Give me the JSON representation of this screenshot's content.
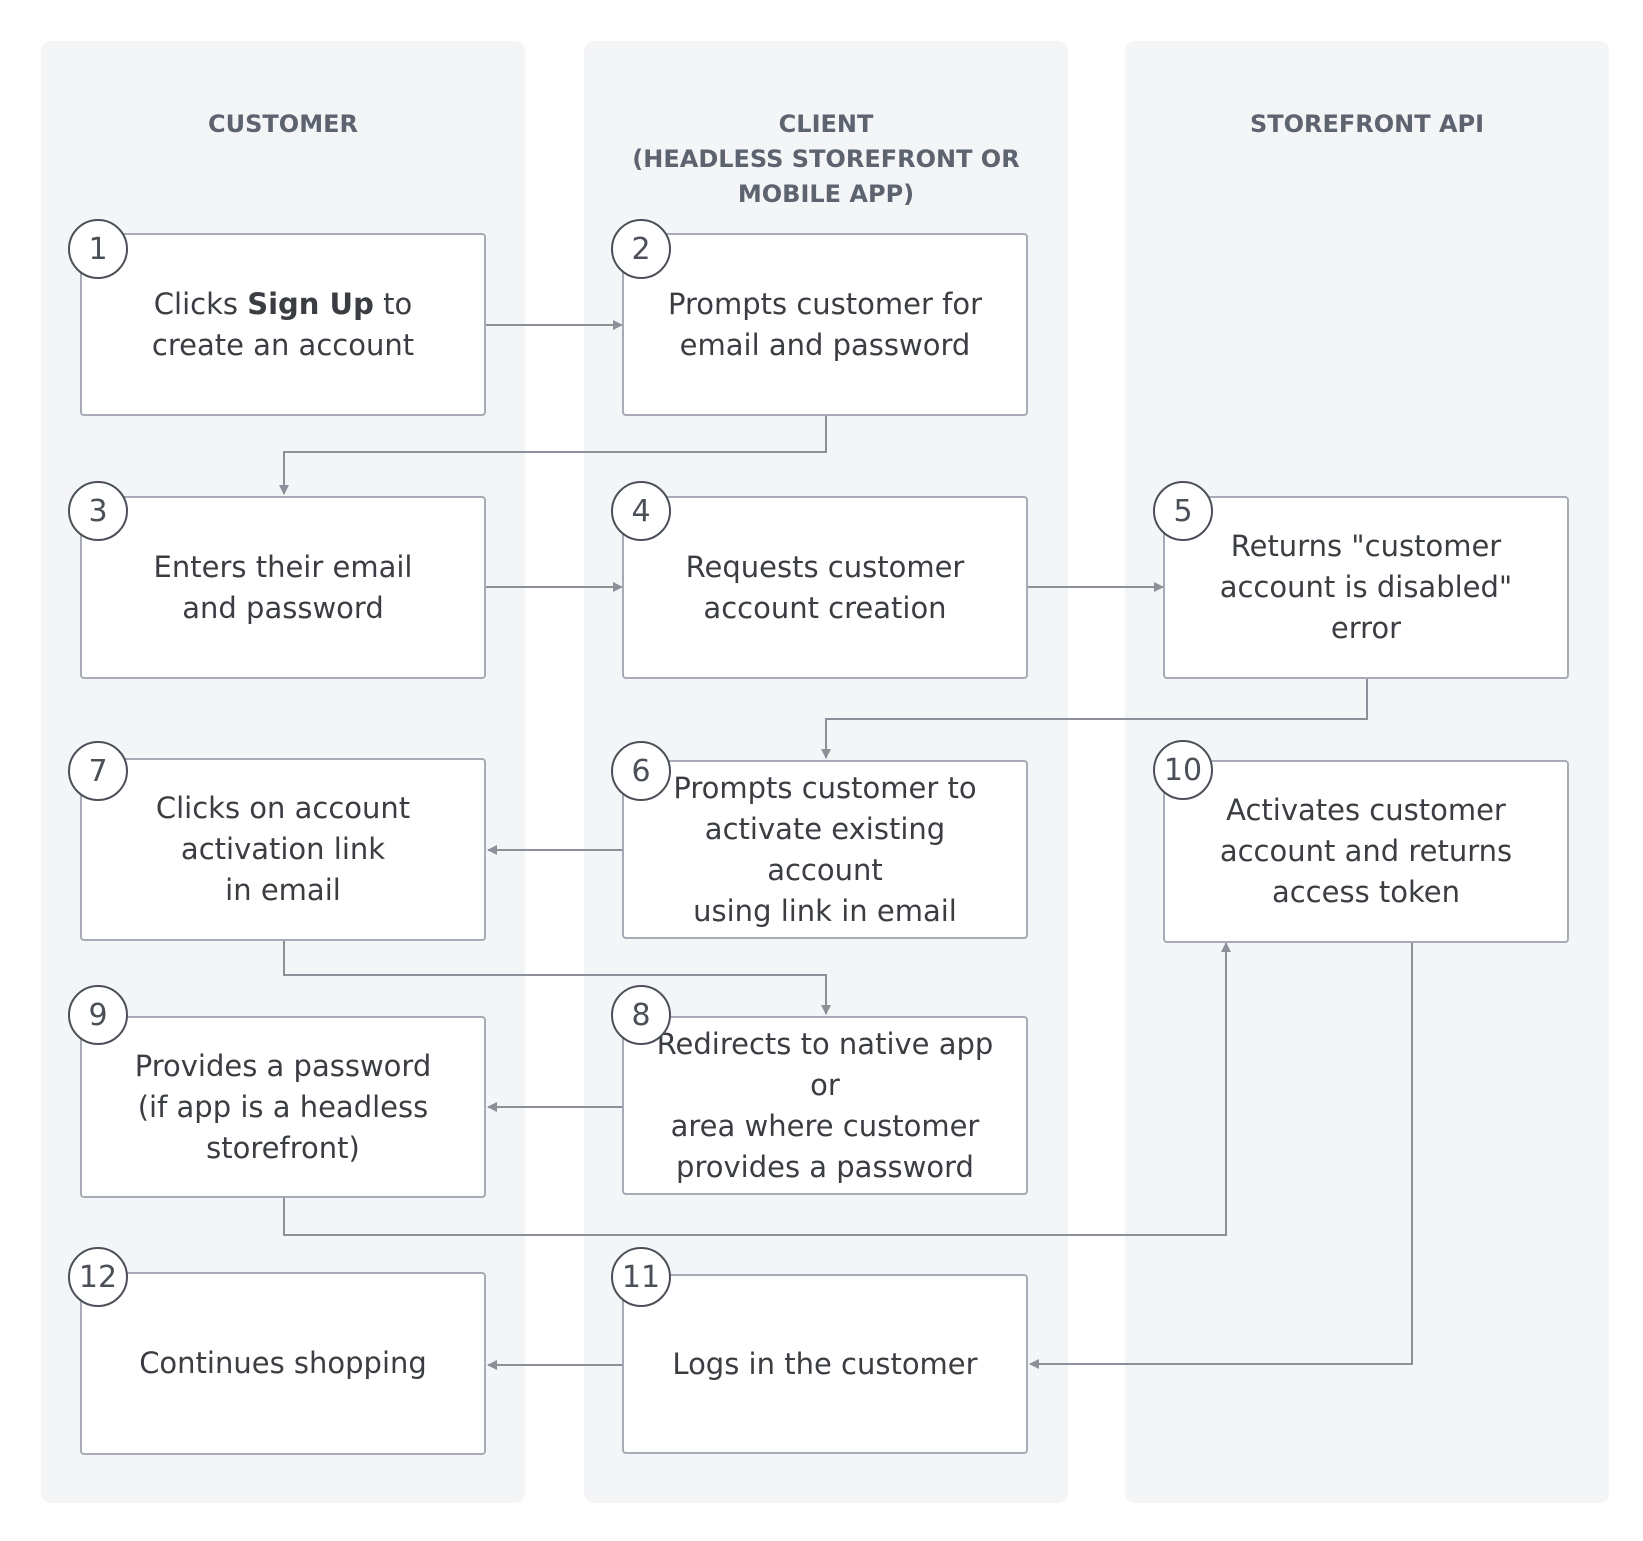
{
  "lanes": {
    "customer": "CUSTOMER",
    "client": "CLIENT\n(HEADLESS STOREFRONT OR\nMOBILE APP)",
    "storefront_api": "STOREFRONT API"
  },
  "steps": {
    "s1": {
      "number": "1",
      "text_before": "Clicks ",
      "text_bold": "Sign Up",
      "text_after": " to\ncreate an account"
    },
    "s2": {
      "number": "2",
      "text": "Prompts customer for\nemail and password"
    },
    "s3": {
      "number": "3",
      "text": "Enters their email\nand password"
    },
    "s4": {
      "number": "4",
      "text": "Requests customer\naccount creation"
    },
    "s5": {
      "number": "5",
      "text": "Returns \"customer\naccount is disabled\"\nerror"
    },
    "s6": {
      "number": "6",
      "text": "Prompts customer to\nactivate existing account\nusing link in email"
    },
    "s7": {
      "number": "7",
      "text": "Clicks on account\nactivation link\nin email"
    },
    "s8": {
      "number": "8",
      "text": "Redirects to native app or\narea where customer\nprovides a password"
    },
    "s9": {
      "number": "9",
      "text": "Provides a password\n(if app is a headless\nstorefront)"
    },
    "s10": {
      "number": "10",
      "text": "Activates customer\naccount and returns\naccess token"
    },
    "s11": {
      "number": "11",
      "text": "Logs in the customer"
    },
    "s12": {
      "number": "12",
      "text": "Continues shopping"
    }
  },
  "colors": {
    "lane_background": "#f4f5f7",
    "box_border": "#a6abb5",
    "connector": "#8c9099",
    "badge_border": "#4b5058",
    "text": "#3a3d42",
    "lane_title": "#5d6470"
  }
}
